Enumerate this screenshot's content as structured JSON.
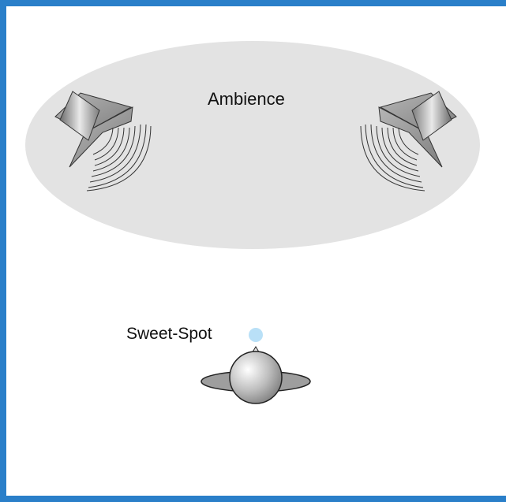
{
  "labels": {
    "ambience": "Ambience",
    "sweet_spot": "Sweet-Spot"
  },
  "colors": {
    "frame_border": "#2a7fc9",
    "ambience_area": "#e3e3e3",
    "sweet_spot_dot": "#b9e0f7",
    "speaker_fill": "#9a9a9a",
    "listener_fill": "#9e9e9e"
  },
  "icons": {
    "left_speaker": "speaker-icon",
    "right_speaker": "speaker-icon",
    "listener": "listener-head-icon",
    "sweet_spot": "sweet-spot-dot"
  }
}
